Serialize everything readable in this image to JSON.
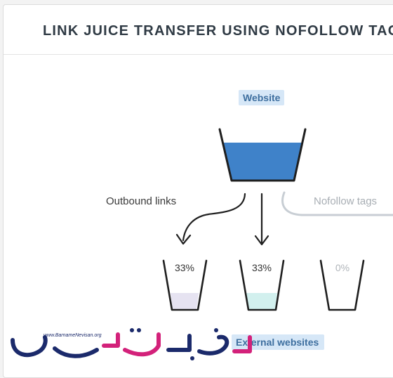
{
  "title": "LINK JUICE TRANSFER USING NOFOLLOW TAGS",
  "source_node": "Website",
  "labels": {
    "outbound": "Outbound links",
    "nofollow": "Nofollow tags"
  },
  "targets": [
    {
      "percent": "33%",
      "fill_color": "#e6e3f1"
    },
    {
      "percent": "33%",
      "fill_color": "#d2f0ee"
    },
    {
      "percent": "0%",
      "fill_color": "none"
    }
  ],
  "external_label": "External websites",
  "watermark": {
    "url": "www.BarnameNevisan.org",
    "logo_text": "برنامه نویسان"
  },
  "colors": {
    "water": "#3f82c9",
    "badge_bg": "#d6e7f7",
    "badge_text": "#3e6f9f",
    "nofollow": "#c8ced4",
    "watermark_blue": "#1b2a6b",
    "watermark_pink": "#d3217a"
  }
}
